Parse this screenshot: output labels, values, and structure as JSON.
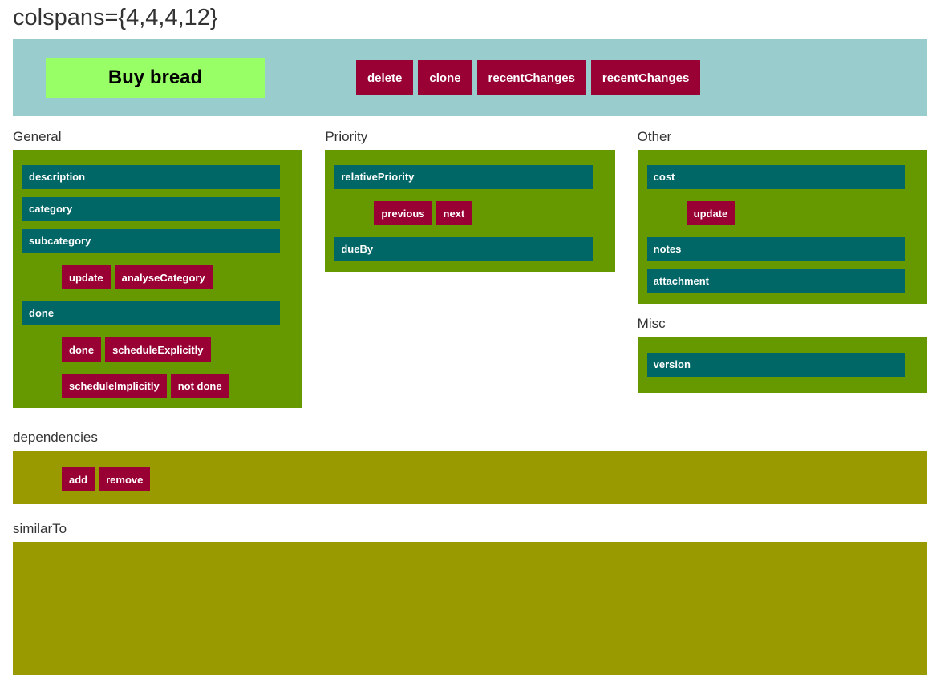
{
  "title": "colspans={4,4,4,12}",
  "colors": {
    "header_bg": "#99CCCC",
    "task_bg": "#99FF66",
    "button_bg": "#990033",
    "panel_bg": "#669900",
    "field_bg": "#006666",
    "wide_panel_bg": "#999900",
    "label_color": "#333333"
  },
  "header": {
    "task_title": "Buy bread",
    "buttons": [
      {
        "label": "delete"
      },
      {
        "label": "clone"
      },
      {
        "label": "recentChanges"
      },
      {
        "label": "recentChanges"
      }
    ]
  },
  "sections": {
    "general": {
      "label": "General",
      "field_description": "description",
      "field_category": "category",
      "field_subcategory": "subcategory",
      "btn_update": "update",
      "btn_analyse_category": "analyseCategory",
      "field_done": "done",
      "btn_done": "done",
      "btn_schedule_explicitly": "scheduleExplicitly",
      "btn_schedule_implicitly": "scheduleImplicitly",
      "btn_not_done": "not done"
    },
    "priority": {
      "label": "Priority",
      "field_relative_priority": "relativePriority",
      "btn_previous": "previous",
      "btn_next": "next",
      "field_due_by": "dueBy"
    },
    "other": {
      "label": "Other",
      "field_cost": "cost",
      "btn_update": "update",
      "field_notes": "notes",
      "field_attachment": "attachment"
    },
    "misc": {
      "label": "Misc",
      "field_version": "version"
    },
    "dependencies": {
      "label": "dependencies",
      "btn_add": "add",
      "btn_remove": "remove"
    },
    "similar_to": {
      "label": "similarTo"
    }
  }
}
